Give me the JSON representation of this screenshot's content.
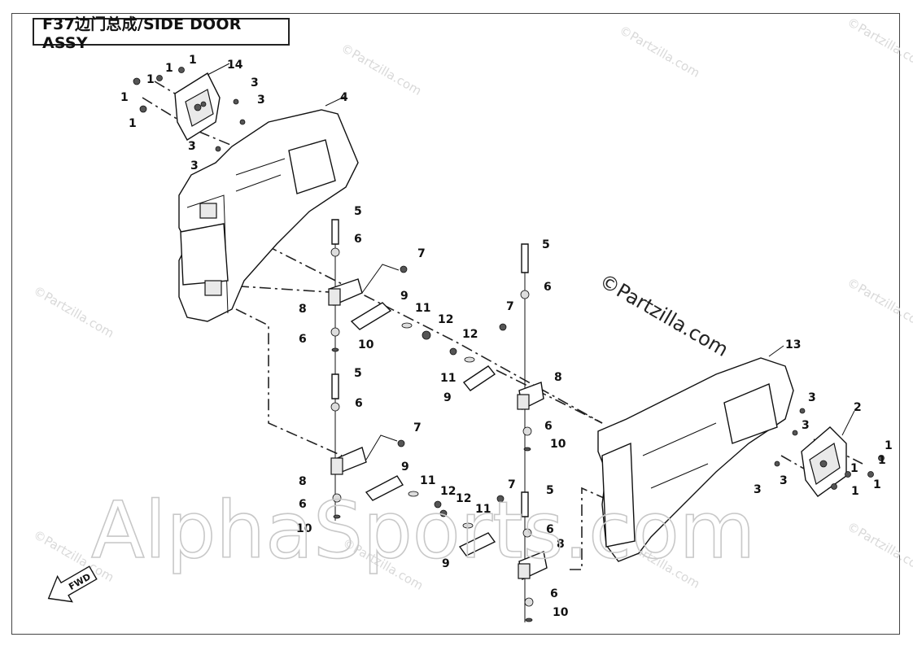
{
  "title": "F37边门总成/SIDE DOOR ASSY",
  "watermarks": {
    "partzilla": "©Partzilla.com",
    "alphasports": "AlphaSports.com"
  },
  "fwd_label": "FWD",
  "callouts": {
    "c1": "1",
    "c2": "2",
    "c3": "3",
    "c4": "4",
    "c5": "5",
    "c6": "6",
    "c7": "7",
    "c8": "8",
    "c9": "9",
    "c10": "10",
    "c11": "11",
    "c12": "12",
    "c13": "13",
    "c14": "14"
  },
  "colors": {
    "line": "#111111",
    "watermark": "#d9d9d9",
    "part_fill": "#ffffff"
  }
}
